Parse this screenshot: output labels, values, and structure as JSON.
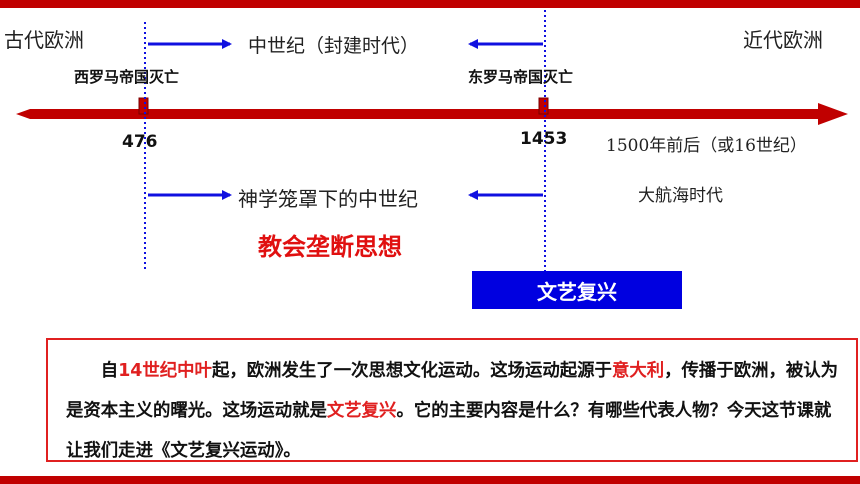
{
  "header": {
    "left_era": "古代欧洲",
    "right_era": "近代欧洲",
    "middle_period": "中世纪（封建时代）"
  },
  "timeline": {
    "event_west": "西罗马帝国灭亡",
    "event_east": "东罗马帝国灭亡",
    "year_west": "476",
    "year_east": "1453",
    "later_period": "1500年前后（或16世纪）",
    "theology_label": "神学笼罩下的中世纪",
    "voyage_label": "大航海时代",
    "church_label": "教会垄断思想",
    "renaissance_label": "文艺复兴"
  },
  "paragraph": {
    "p1": "自",
    "h1": "14世纪中叶",
    "p2": "起，欧洲发生了一次思想文化运动。这场运动起源于",
    "h2": "意大利",
    "p3": "，传播于欧洲，被认为是资本主义的曙光。这场运动就是",
    "h3": "文艺复兴",
    "p4": "。它的主要内容是什么？有哪些代表人物？今天这节课就让我们走进《文艺复兴运动》。"
  },
  "colors": {
    "accent_red": "#c00000",
    "arrow_blue": "#1010e0",
    "highlight_red": "#e02020",
    "renaissance_box": "#0000e0"
  }
}
